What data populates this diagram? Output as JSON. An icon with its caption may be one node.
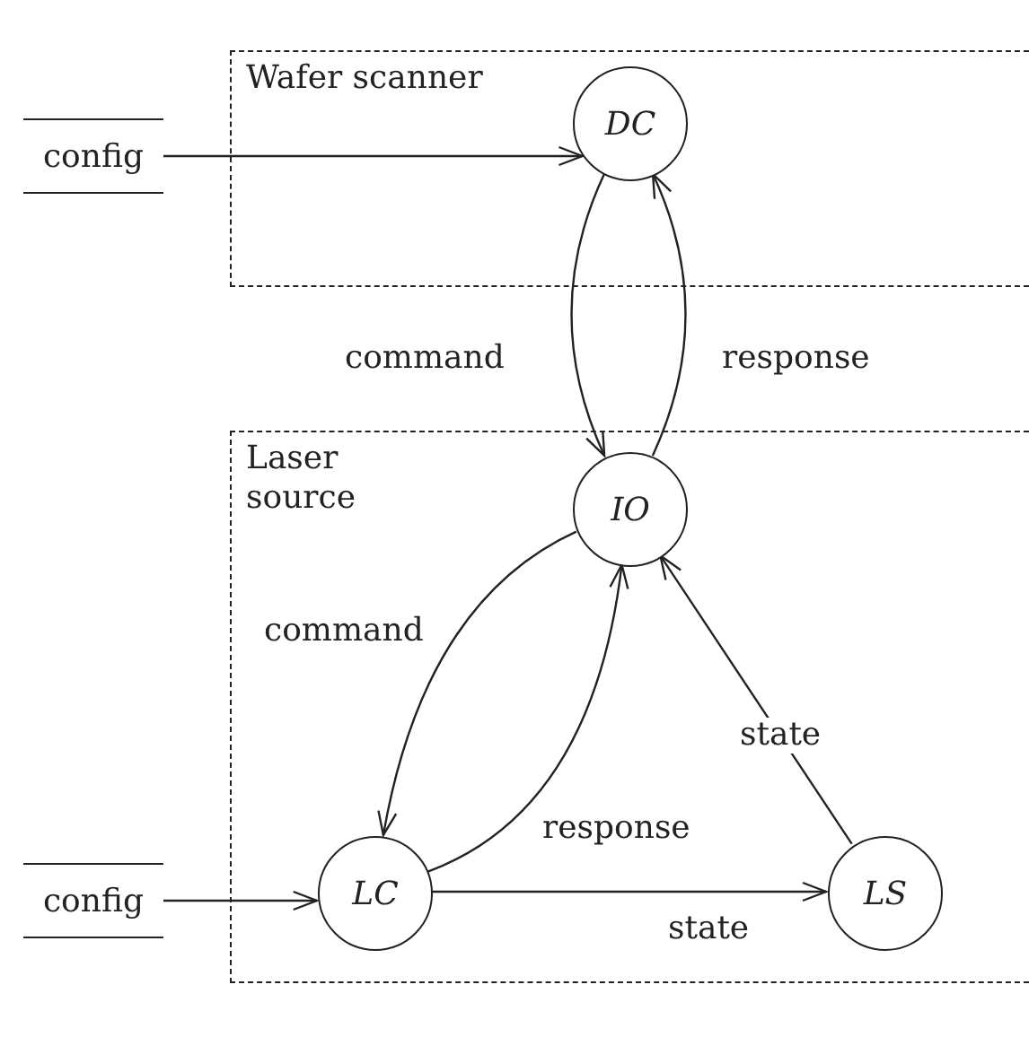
{
  "diagram": {
    "nodes": [
      {
        "text": [
          "Wafer scanner"
        ]
      },
      {
        "text": [
          "DC"
        ],
        "in": 0
      },
      {
        "text": [
          "Laser source"
        ]
      },
      {
        "text": [
          "IO"
        ],
        "in": 2
      },
      {
        "text": [
          "LC"
        ],
        "in": 2
      },
      {
        "text": [
          "LS"
        ],
        "in": 2
      },
      {
        "text": [
          "config"
        ]
      },
      {
        "text": [
          "config"
        ]
      }
    ],
    "edges": [
      {
        "from": 6,
        "to": 1,
        "arrow": "to"
      },
      {
        "from": 1,
        "to": 3,
        "arrow": "to",
        "label": "command"
      },
      {
        "from": 3,
        "to": 1,
        "arrow": "to",
        "label": "response"
      },
      {
        "from": 3,
        "to": 4,
        "arrow": "to",
        "label": "command"
      },
      {
        "from": 4,
        "to": 3,
        "arrow": "to",
        "label": "response"
      },
      {
        "from": 5,
        "to": 3,
        "arrow": "to",
        "label": "state"
      },
      {
        "from": 4,
        "to": 5,
        "arrow": "to",
        "label": "state"
      },
      {
        "from": 7,
        "to": 4,
        "arrow": "to"
      }
    ]
  }
}
